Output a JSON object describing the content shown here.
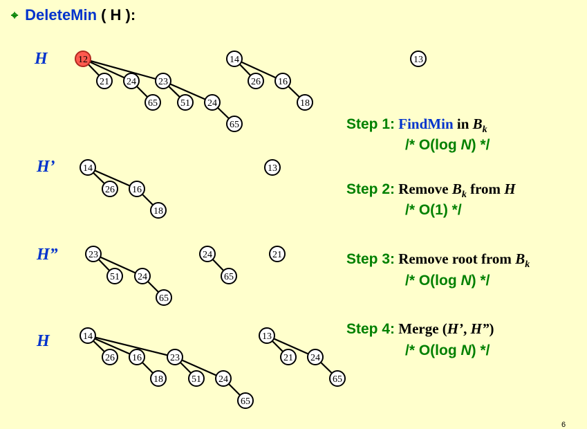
{
  "title": {
    "bullet": "⌖",
    "function": "DeleteMin",
    "args": "( H ):"
  },
  "heap_labels": [
    "H",
    "H’",
    "H”",
    "H"
  ],
  "steps": [
    {
      "lead": "Step 1:",
      "parts": [
        {
          "t": " FindMin",
          "c": "blue"
        },
        {
          "t": " in ",
          "c": "black"
        },
        {
          "t": "B",
          "c": "black",
          "i": true
        },
        {
          "t": "k",
          "c": "black",
          "i": true,
          "sub": true
        }
      ],
      "comment": [
        "/* O(log ",
        "N",
        ") */"
      ]
    },
    {
      "lead": "Step 2:",
      "parts": [
        {
          "t": " Remove ",
          "c": "black"
        },
        {
          "t": "B",
          "c": "black",
          "i": true
        },
        {
          "t": "k",
          "c": "black",
          "i": true,
          "sub": true
        },
        {
          "t": " from ",
          "c": "black"
        },
        {
          "t": "H",
          "c": "black",
          "i": true
        }
      ],
      "comment": [
        "/* O(1) */"
      ]
    },
    {
      "lead": "Step 3:",
      "parts": [
        {
          "t": " Remove root from ",
          "c": "black"
        },
        {
          "t": "B",
          "c": "black",
          "i": true
        },
        {
          "t": "k",
          "c": "black",
          "i": true,
          "sub": true
        }
      ],
      "comment": [
        "/* O(log ",
        "N",
        ") */"
      ]
    },
    {
      "lead": "Step 4:",
      "parts": [
        {
          "t": " Merge (",
          "c": "black"
        },
        {
          "t": "H’",
          "c": "black",
          "i": true
        },
        {
          "t": ", ",
          "c": "black"
        },
        {
          "t": "H”",
          "c": "black",
          "i": true
        },
        {
          "t": ")",
          "c": "black"
        }
      ],
      "comment": [
        "/* O(log ",
        "N",
        ") */"
      ]
    }
  ],
  "trees": {
    "row1": [
      {
        "root": "12",
        "children": [
          "21",
          "24",
          "23"
        ],
        "grandchildren": {
          "24": [
            "65"
          ],
          "23": [
            "51",
            "24"
          ]
        },
        "deep": {
          "24b": [
            "65"
          ]
        },
        "highlight": "#ff5a4f"
      },
      {
        "root": "14",
        "children": [
          "26",
          "16"
        ],
        "grandchildren": {
          "16": [
            "18"
          ]
        }
      },
      {
        "root": "13"
      }
    ],
    "row2": [
      {
        "root": "14",
        "children": [
          "26",
          "16"
        ],
        "grandchildren": {
          "16": [
            "18"
          ]
        }
      },
      {
        "root": "13"
      }
    ],
    "row3": [
      {
        "root": "23",
        "children": [
          "51",
          "24"
        ],
        "grandchildren": {
          "24": [
            "65"
          ]
        }
      },
      {
        "root": "24",
        "children": [
          "65"
        ]
      },
      {
        "root": "21"
      }
    ],
    "row4": [
      {
        "root": "14",
        "children": [
          "26",
          "16",
          "23"
        ],
        "grandchildren": {
          "16": [
            "18"
          ],
          "23": [
            "51",
            "24"
          ]
        },
        "deep": {
          "24": [
            "65"
          ]
        }
      },
      {
        "root": "13",
        "children": [
          "21",
          "24"
        ],
        "grandchildren": {
          "24": [
            "65"
          ]
        }
      }
    ]
  },
  "colors": {
    "background": "#ffffcc",
    "accent_blue": "#0033cc",
    "accent_green": "#008000",
    "min_node": "#ff5a4f"
  },
  "page_number": "6"
}
